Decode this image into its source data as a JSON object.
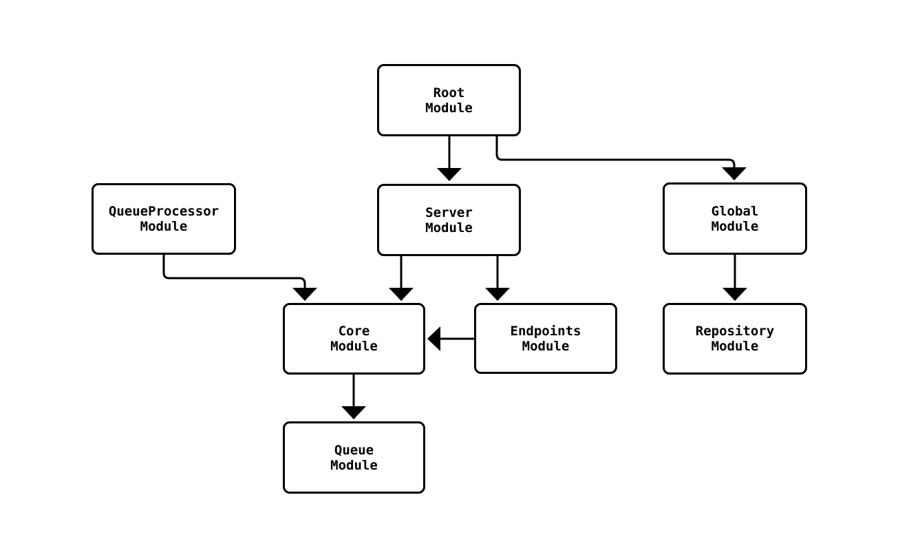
{
  "diagram": {
    "type": "flowchart",
    "background_color": "#ffffff",
    "node_fill_color": "#ffffff",
    "node_border_color": "#000000",
    "edge_color": "#000000",
    "text_color": "#000000",
    "nodes": [
      {
        "id": "root",
        "label": "Root Module",
        "lines": [
          "Root",
          "Module"
        ]
      },
      {
        "id": "server",
        "label": "Server Module",
        "lines": [
          "Server",
          "Module"
        ]
      },
      {
        "id": "queueprocessor",
        "label": "QueueProcessor Module",
        "lines": [
          "QueueProcessor",
          "Module"
        ]
      },
      {
        "id": "global",
        "label": "Global Module",
        "lines": [
          "Global",
          "Module"
        ]
      },
      {
        "id": "core",
        "label": "Core Module",
        "lines": [
          "Core",
          "Module"
        ]
      },
      {
        "id": "endpoints",
        "label": "Endpoints Module",
        "lines": [
          "Endpoints",
          "Module"
        ]
      },
      {
        "id": "repository",
        "label": "Repository Module",
        "lines": [
          "Repository",
          "Module"
        ]
      },
      {
        "id": "queue",
        "label": "Queue Module",
        "lines": [
          "Queue",
          "Module"
        ]
      }
    ],
    "edges": [
      {
        "from": "root",
        "to": "server"
      },
      {
        "from": "root",
        "to": "global"
      },
      {
        "from": "queueprocessor",
        "to": "core"
      },
      {
        "from": "server",
        "to": "core"
      },
      {
        "from": "server",
        "to": "endpoints"
      },
      {
        "from": "endpoints",
        "to": "core"
      },
      {
        "from": "global",
        "to": "repository"
      },
      {
        "from": "core",
        "to": "queue"
      }
    ]
  }
}
